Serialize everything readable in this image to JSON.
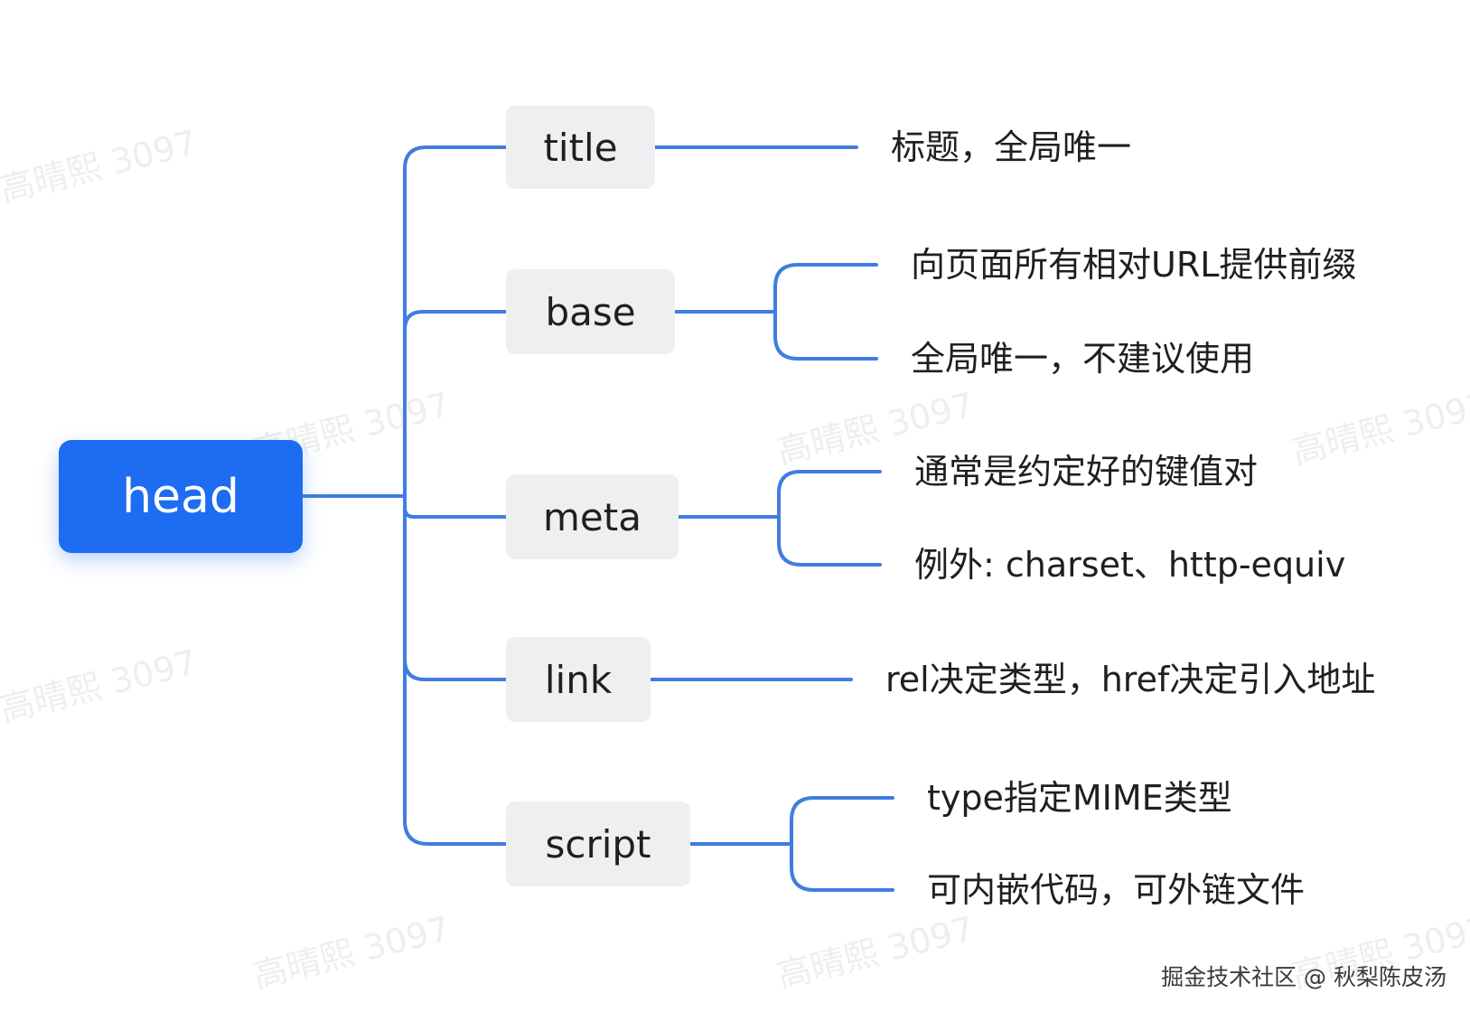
{
  "colors": {
    "root_fill": "#1d6cf2",
    "child_fill": "#efeff1",
    "connector": "#3f7de0",
    "text": "#1f1f1f"
  },
  "root": {
    "label": "head"
  },
  "children": [
    {
      "label": "title",
      "leaves": [
        "标题，全局唯一"
      ]
    },
    {
      "label": "base",
      "leaves": [
        "向页面所有相对URL提供前缀",
        "全局唯一，不建议使用"
      ]
    },
    {
      "label": "meta",
      "leaves": [
        "通常是约定好的键值对",
        "例外: charset、http-equiv"
      ]
    },
    {
      "label": "link",
      "leaves": [
        "rel决定类型，href决定引入地址"
      ]
    },
    {
      "label": "script",
      "leaves": [
        "type指定MIME类型",
        "可内嵌代码，可外链文件"
      ]
    }
  ],
  "watermark": {
    "text": "高晴熙 3097"
  },
  "credit": "掘金技术社区 @ 秋梨陈皮汤"
}
